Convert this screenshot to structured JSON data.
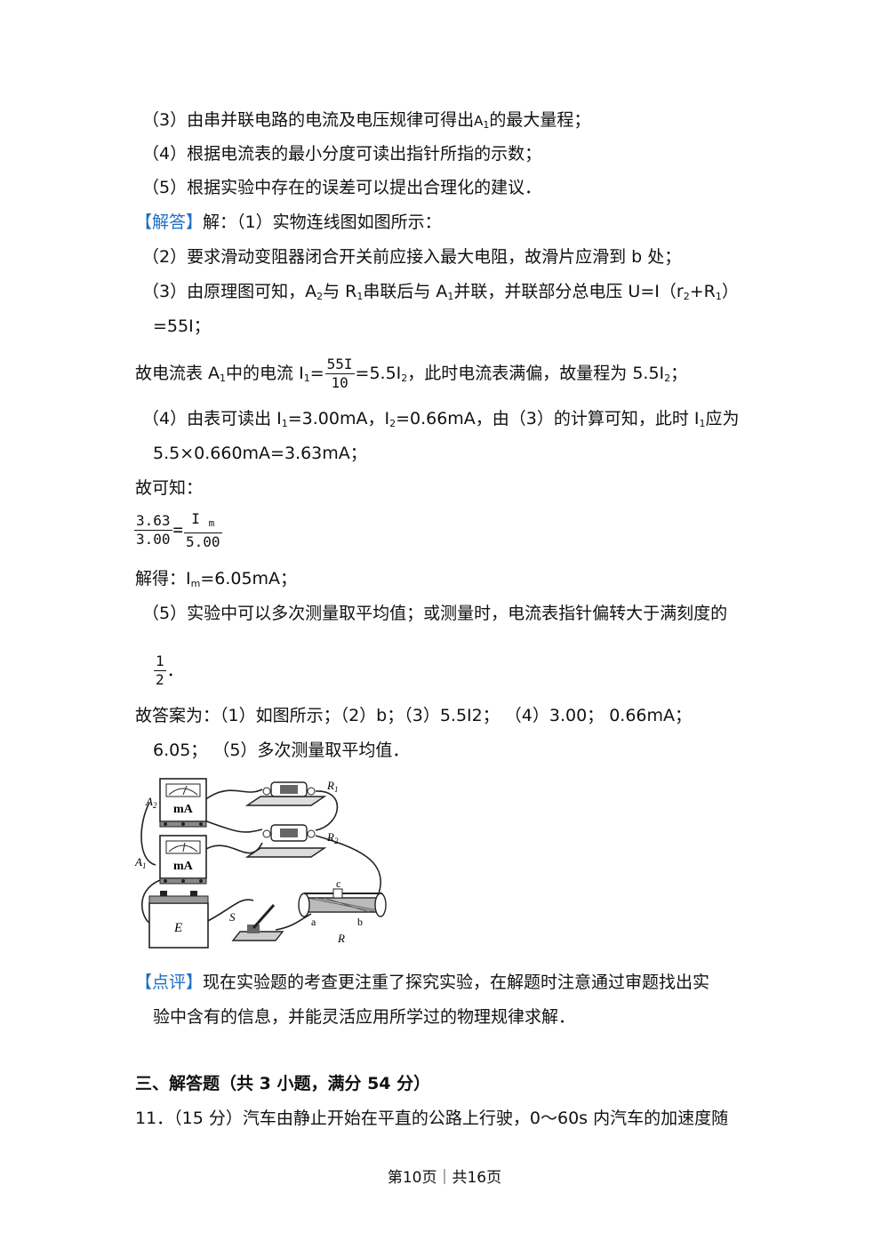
{
  "analysis": {
    "p3": "（3）由串并联电路的电流及电压规律可得出",
    "p3_a": "A",
    "p3_a_sub": "1",
    "p3_end": "的最大量程；",
    "p4": "（4）根据电流表的最小分度可读出指针所指的示数；",
    "p5": "（5）根据实验中存在的误差可以提出合理化的建议．"
  },
  "answer": {
    "tag": "【解答】",
    "l1": "解：（1）实物连线图如图所示：",
    "l2": "（2）要求滑动变阻器闭合开关前应接入最大电阻，故滑片应滑到 b 处；",
    "l3_a": "（3）由原理图可知，A",
    "l3_s1": "2",
    "l3_b": "与 R",
    "l3_s2": "1",
    "l3_c": "串联后与 A",
    "l3_s3": "1",
    "l3_d": "并联，并联部分总电压 U=I（r",
    "l3_s4": "2",
    "l3_e": "+R",
    "l3_s5": "1",
    "l3_f": "）",
    "l4": "=55I；",
    "l5_a": "故电流表 A",
    "l5_s1": "1",
    "l5_b": "中的电流 I",
    "l5_s2": "1",
    "l5_c": "=",
    "l5_num": "55I",
    "l5_den": "10",
    "l5_d": "=5.5I",
    "l5_s3": "2",
    "l5_e": "，此时电流表满偏，故量程为 5.5I",
    "l5_s4": "2",
    "l5_f": "；",
    "l6_a": "（4）由表可读出 I",
    "l6_s1": "1",
    "l6_b": "=3.00mA，I",
    "l6_s2": "2",
    "l6_c": "=0.66mA，由（3）的计算可知，此时 I",
    "l6_s3": "1",
    "l6_d": "应为",
    "l7": "5.5×0.660mA=3.63mA；",
    "l8": "故可知：",
    "f1_num": "3.63",
    "f1_den": "3.00",
    "f1_eq": "=",
    "f2_num": "I",
    "f2_num_sub": "m",
    "f2_den": "5.00",
    "l9_a": "解得：I",
    "l9_s": "m",
    "l9_b": "=6.05mA；",
    "l10": "（5）实验中可以多次测量取平均值；或测量时，电流表指针偏转大于满刻度的",
    "f3_num": "1",
    "f3_den": "2",
    "f3_end": "．",
    "l11": "故答案为：（1）如图所示；（2）b；（3）5.5I2；  （4）3.00；  0.66mA；",
    "l12": "6.05；  （5）多次测量取平均值．"
  },
  "circuit": {
    "a2": "A",
    "a2_sub": "2",
    "a1": "A",
    "a1_sub": "1",
    "meter": "mA",
    "r1": "R",
    "r1_sub": "1",
    "r2": "R",
    "r2_sub": "2",
    "e": "E",
    "s": "S",
    "r": "R",
    "pa": "a",
    "pb": "b",
    "pc": "c"
  },
  "comment": {
    "tag": "【点评】",
    "l1": "现在实验题的考查更注重了探究实验，在解题时注意通过审题找出实",
    "l2": "验中含有的信息，并能灵活应用所学过的物理规律求解．"
  },
  "section": {
    "title": "三、解答题（共 3 小题，满分 54 分）",
    "q11": "11．（15 分）汽车由静止开始在平直的公路上行驶，0～60s 内汽车的加速度随"
  },
  "footer": {
    "page": "第10页｜共16页"
  }
}
